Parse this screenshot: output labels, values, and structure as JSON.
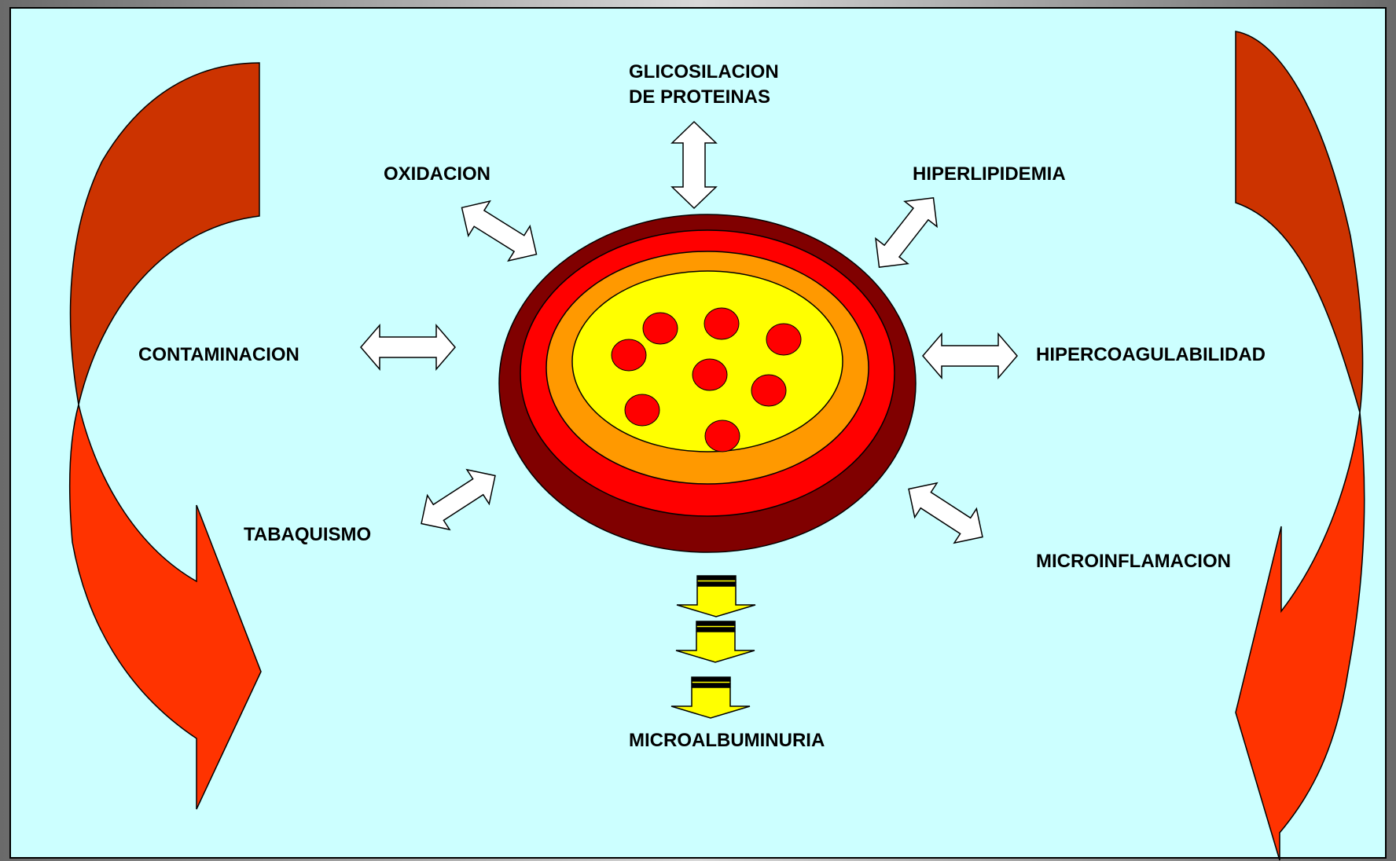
{
  "labels": {
    "glicosilacion_line1": "GLICOSILACION",
    "glicosilacion_line2": "DE PROTEINAS",
    "oxidacion": "OXIDACION",
    "hiperlipidemia": "HIPERLIPIDEMIA",
    "contaminacion": "CONTAMINACION",
    "hipercoagulabilidad": "HIPERCOAGULABILIDAD",
    "tabaquismo": "TABAQUISMO",
    "microinflamacion": "MICROINFLAMACION",
    "microalbuminuria": "MICROALBUMINURIA"
  },
  "colors": {
    "panel": "#ccffff",
    "dark_red": "#800000",
    "red": "#ff0000",
    "orange": "#ff9900",
    "yellow": "#ffff00",
    "arrow_dark": "#cc3300",
    "arrow_bright": "#ff3300",
    "white_arrow": "#ffffff"
  }
}
